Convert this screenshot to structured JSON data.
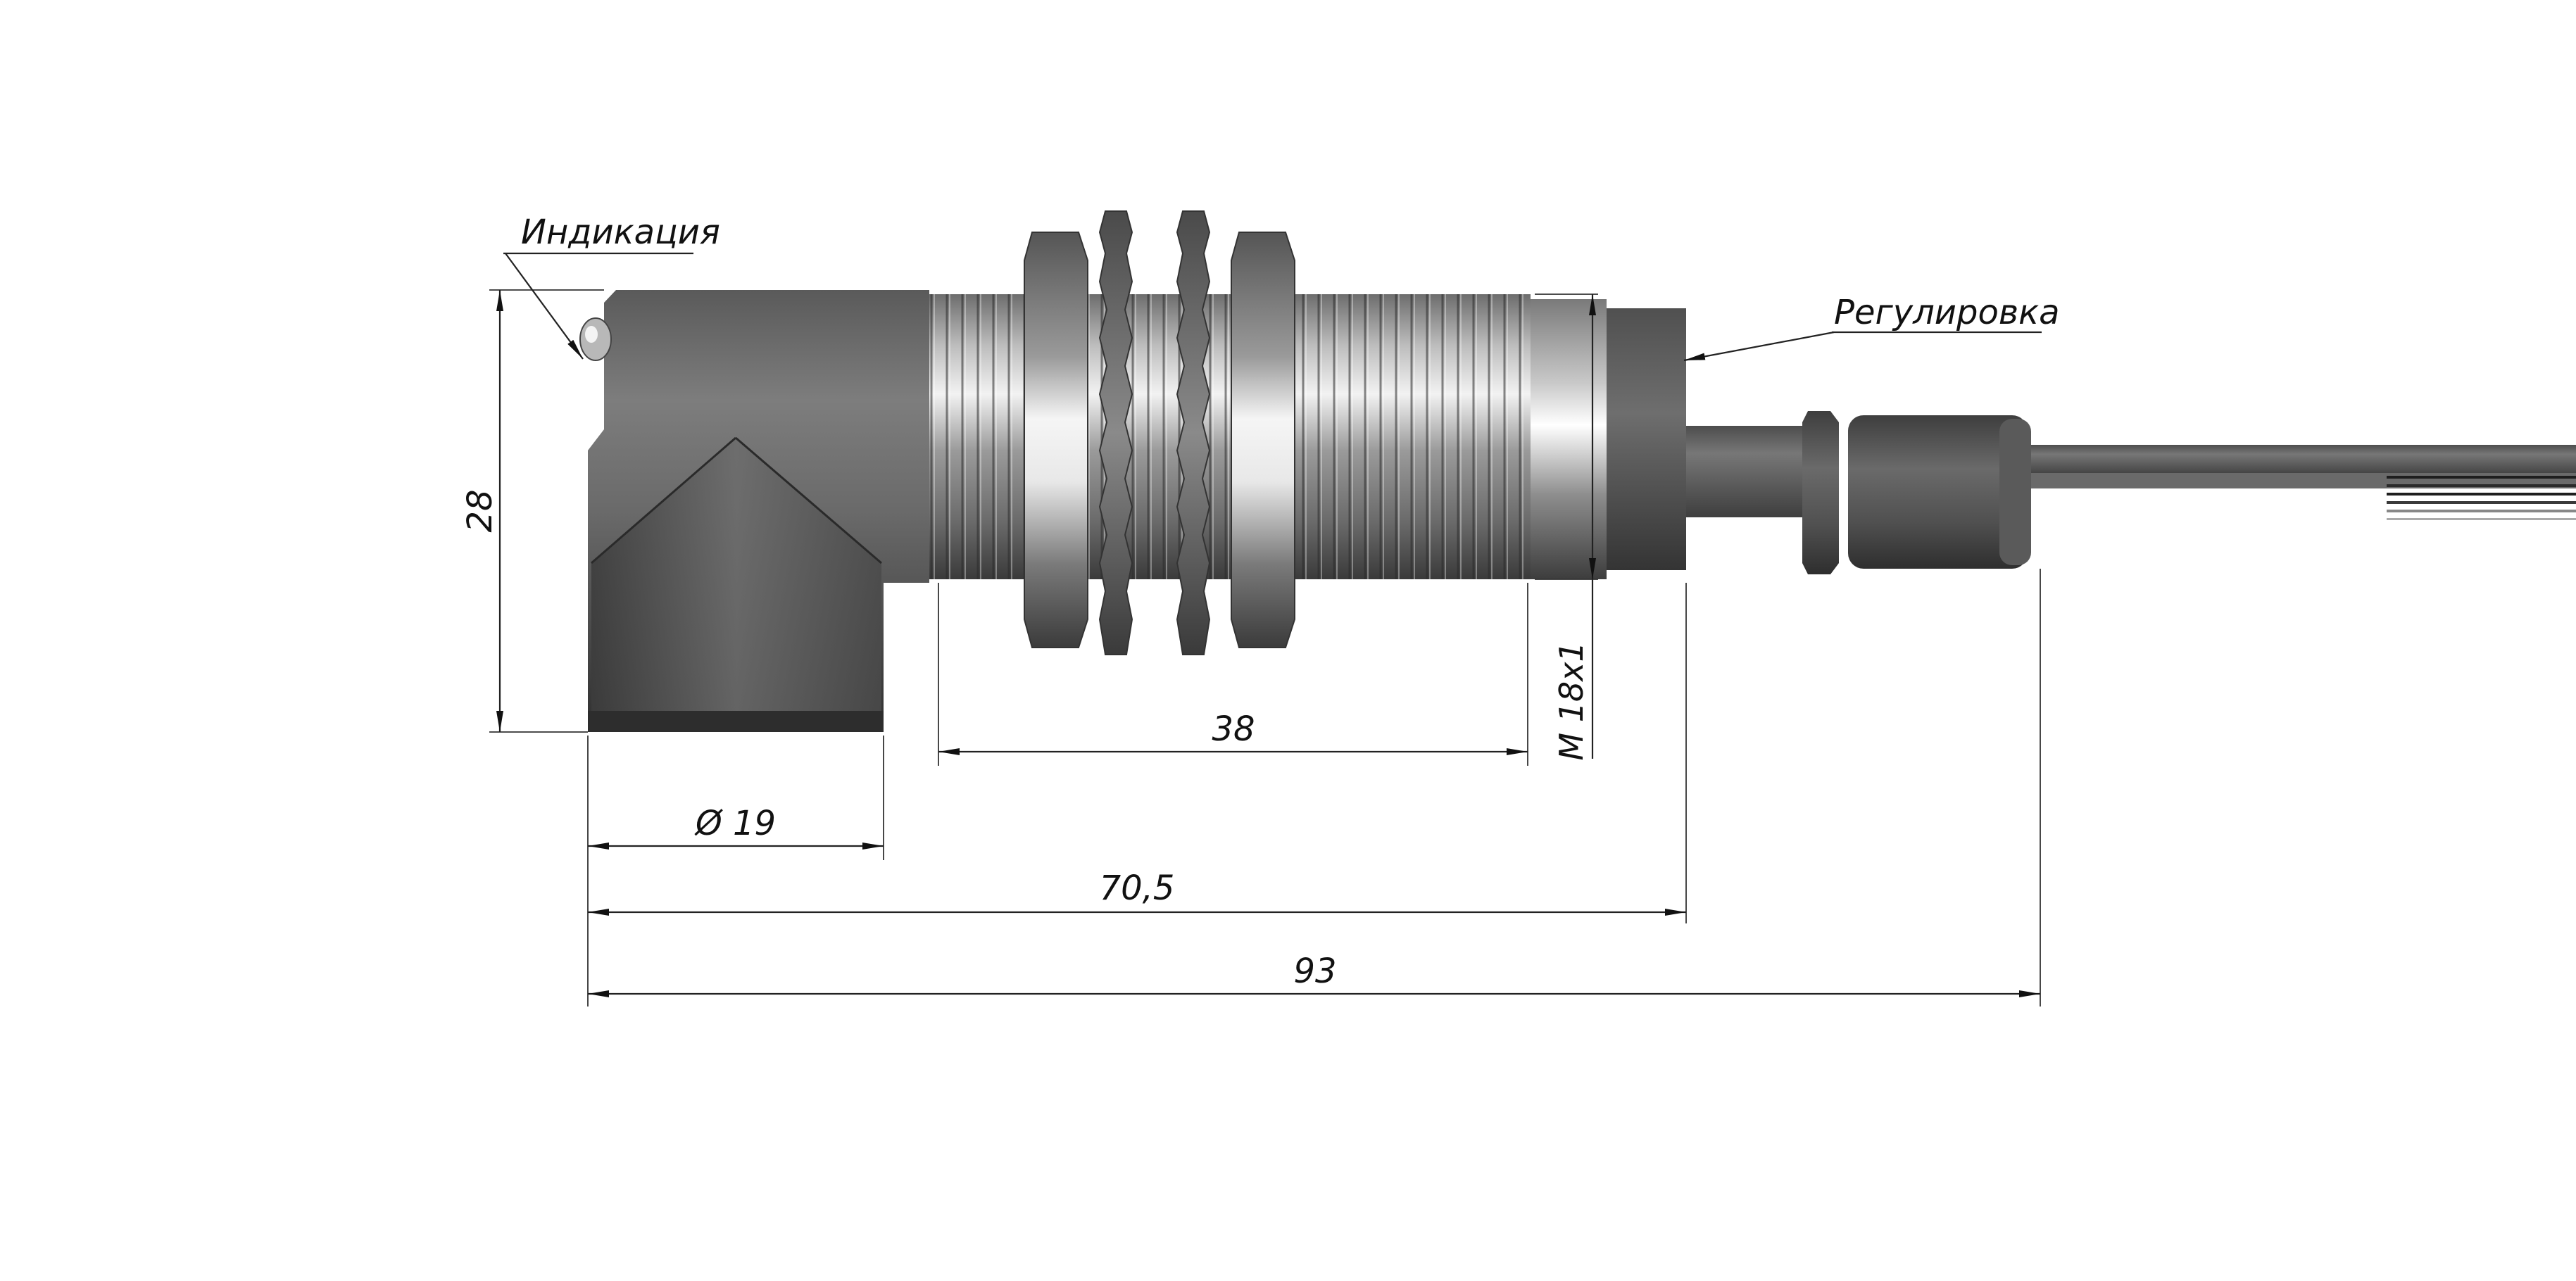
{
  "labels": {
    "indication": "Индикация",
    "adjustment": "Регулировка"
  },
  "dimensions": {
    "height": "28",
    "thread_length": "38",
    "thread": "M 18x1",
    "head_diameter": "Ø 19",
    "length_to_body_end": "70,5",
    "overall_length": "93"
  }
}
